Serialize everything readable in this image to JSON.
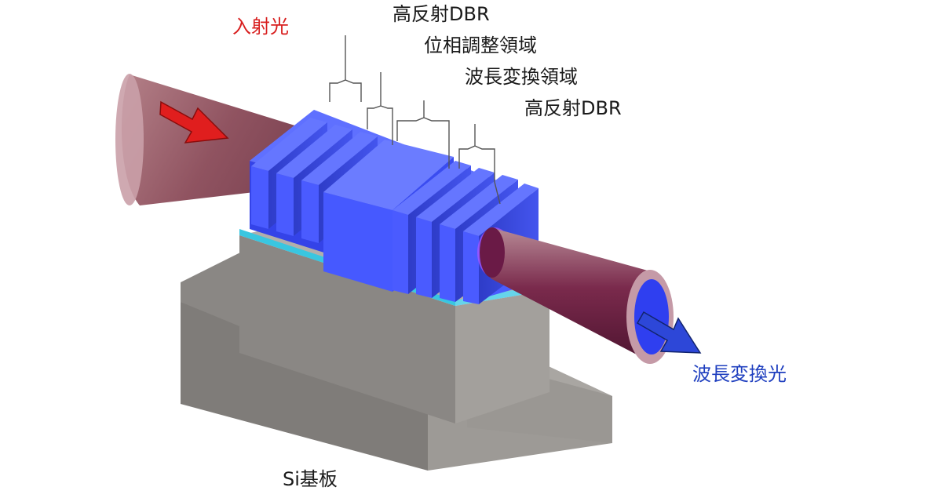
{
  "labels": {
    "incident_light": "入射光",
    "dbr_top": "高反射DBR",
    "phase_region": "位相調整領域",
    "conversion_region": "波長変換領域",
    "dbr_right": "高反射DBR",
    "converted_light": "波長変換光",
    "substrate": "Si基板"
  },
  "colors": {
    "incident_text": "#d81e1e",
    "converted_text": "#1f3fbf",
    "label_text": "#1a1a1a",
    "block_blue": "#4a5cff",
    "substrate_gray": "#8e8b87",
    "beam": "#7a3848",
    "cladding_cyan": "#39c6e0"
  }
}
